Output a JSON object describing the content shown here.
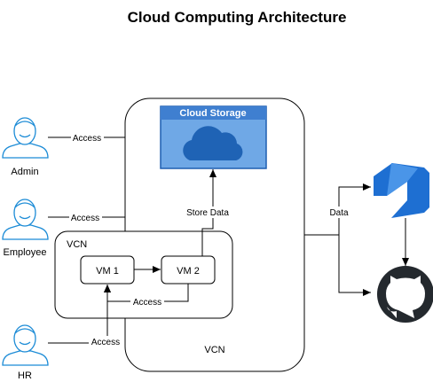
{
  "title": "Cloud Computing Architecture",
  "users": {
    "admin": {
      "label": "Admin",
      "edge_label": "Access"
    },
    "employee": {
      "label": "Employee",
      "edge_label": "Access"
    },
    "hr": {
      "label": "HR",
      "edge_label": "Access"
    }
  },
  "cloud_region": {
    "label": "VCN"
  },
  "inner_vcn": {
    "label": "VCN"
  },
  "vm1": {
    "label": "VM 1"
  },
  "vm2": {
    "label": "VM 2"
  },
  "vm_loop_label": "Access",
  "storage": {
    "label": "Cloud Storage",
    "edge_label": "Store Data"
  },
  "external": {
    "edge_label": "Data",
    "azure_icon": "azure-devops-icon",
    "github_icon": "github-icon"
  },
  "colors": {
    "storage_fill": "#6FA8E6",
    "storage_header": "#3F7FD0",
    "storage_border": "#1F5FB0",
    "cloud_icon": "#1F63B5",
    "user_icon": "#1B8BD6",
    "azure_blue": "#1E6FD2",
    "github_dark": "#24292E"
  }
}
